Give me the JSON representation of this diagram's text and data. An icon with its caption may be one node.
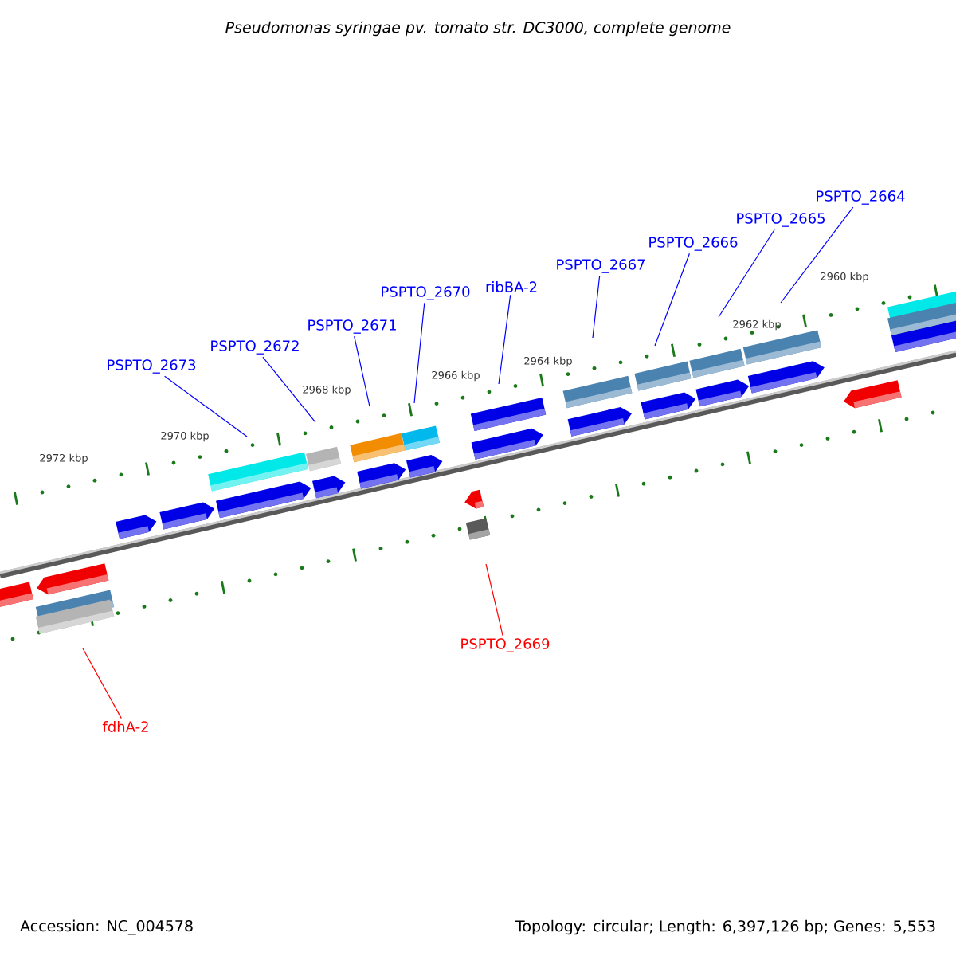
{
  "diagram": {
    "title": "Pseudomonas syringae pv. tomato str. DC3000, complete genome",
    "nodes": [
      {
        "text": [
          "PSPTO_2664"
        ]
      },
      {
        "text": [
          "PSPTO_2665"
        ]
      },
      {
        "text": [
          "PSPTO_2666"
        ]
      },
      {
        "text": [
          "PSPTO_2667"
        ]
      },
      {
        "text": [
          "ribBA-2"
        ]
      },
      {
        "text": [
          "PSPTO_2670"
        ]
      },
      {
        "text": [
          "PSPTO_2671"
        ]
      },
      {
        "text": [
          "PSPTO_2672"
        ]
      },
      {
        "text": [
          "PSPTO_2673"
        ]
      },
      {
        "text": [
          "PSPTO_2669"
        ]
      },
      {
        "text": [
          "fdhA-2"
        ]
      }
    ],
    "edges": [
      {
        "from": 0,
        "to": null,
        "arrow": "none"
      },
      {
        "from": 1,
        "to": null,
        "arrow": "none"
      },
      {
        "from": 2,
        "to": null,
        "arrow": "none"
      },
      {
        "from": 3,
        "to": null,
        "arrow": "none"
      },
      {
        "from": 4,
        "to": null,
        "arrow": "none"
      },
      {
        "from": 5,
        "to": null,
        "arrow": "none"
      },
      {
        "from": 6,
        "to": null,
        "arrow": "none"
      },
      {
        "from": 7,
        "to": null,
        "arrow": "none"
      },
      {
        "from": 8,
        "to": null,
        "arrow": "none"
      },
      {
        "from": 9,
        "to": null,
        "arrow": "none",
        "color": "#ff0000"
      },
      {
        "from": 10,
        "to": null,
        "arrow": "none",
        "color": "#ff0000"
      }
    ],
    "labels": [
      "2960 kbp",
      "2962 kbp",
      "2964 kbp",
      "2966 kbp",
      "2968 kbp",
      "2970 kbp",
      "2972 kbp",
      "Accession: NC_004578",
      "Topology: circular; Length: 6,397,126 bp; Genes: 5,553"
    ]
  }
}
